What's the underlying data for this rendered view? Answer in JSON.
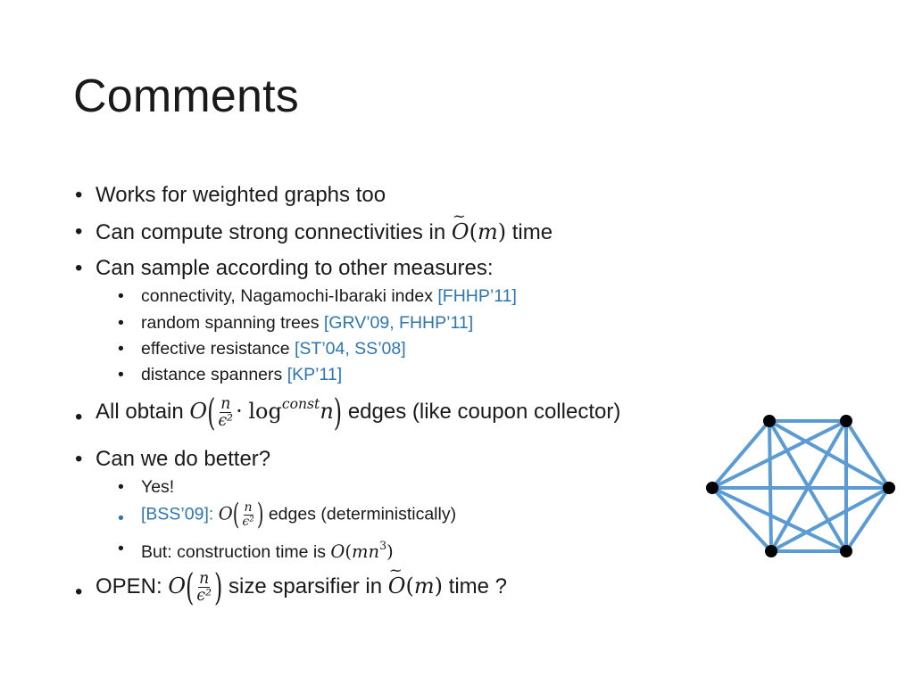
{
  "slide": {
    "title": "Comments",
    "bullets": {
      "b1": "Works for weighted graphs too",
      "b2_pre": "Can compute strong connectivities in ",
      "b2_post": " time",
      "b3": "Can sample according to other measures:",
      "b3_sub": [
        {
          "text": "connectivity, Nagamochi-Ibaraki index ",
          "cite": "[FHHP’11]"
        },
        {
          "text": "random spanning trees ",
          "cite": "[GRV’09, FHHP’11]"
        },
        {
          "text": "effective resistance ",
          "cite": "[ST’04, SS’08]"
        },
        {
          "text": "distance spanners ",
          "cite": "[KP’11]"
        }
      ],
      "b4_pre": "All obtain ",
      "b4_post": " edges (like coupon collector)",
      "b5": "Can we do better?",
      "b5_sub1": "Yes!",
      "b5_sub2_cite": "[BSS’09]:",
      "b5_sub2_post": " edges (deterministically)",
      "b5_sub3_pre": "But: construction time is ",
      "b6_pre": "OPEN: ",
      "b6_mid": " size sparsifier in ",
      "b6_post": " time ?"
    },
    "math": {
      "O": "O",
      "m": "m",
      "n": "n",
      "eps2": "ϵ²",
      "dot": "·",
      "log": "log",
      "const": "const",
      "mn3": "mn",
      "three": "3"
    }
  },
  "graph": {
    "edge_color": "#5b9bd5",
    "node_color": "#000000",
    "node_count": 6,
    "complete": true
  },
  "colors": {
    "text": "#1a1a1a",
    "citation": "#2e75b6"
  }
}
